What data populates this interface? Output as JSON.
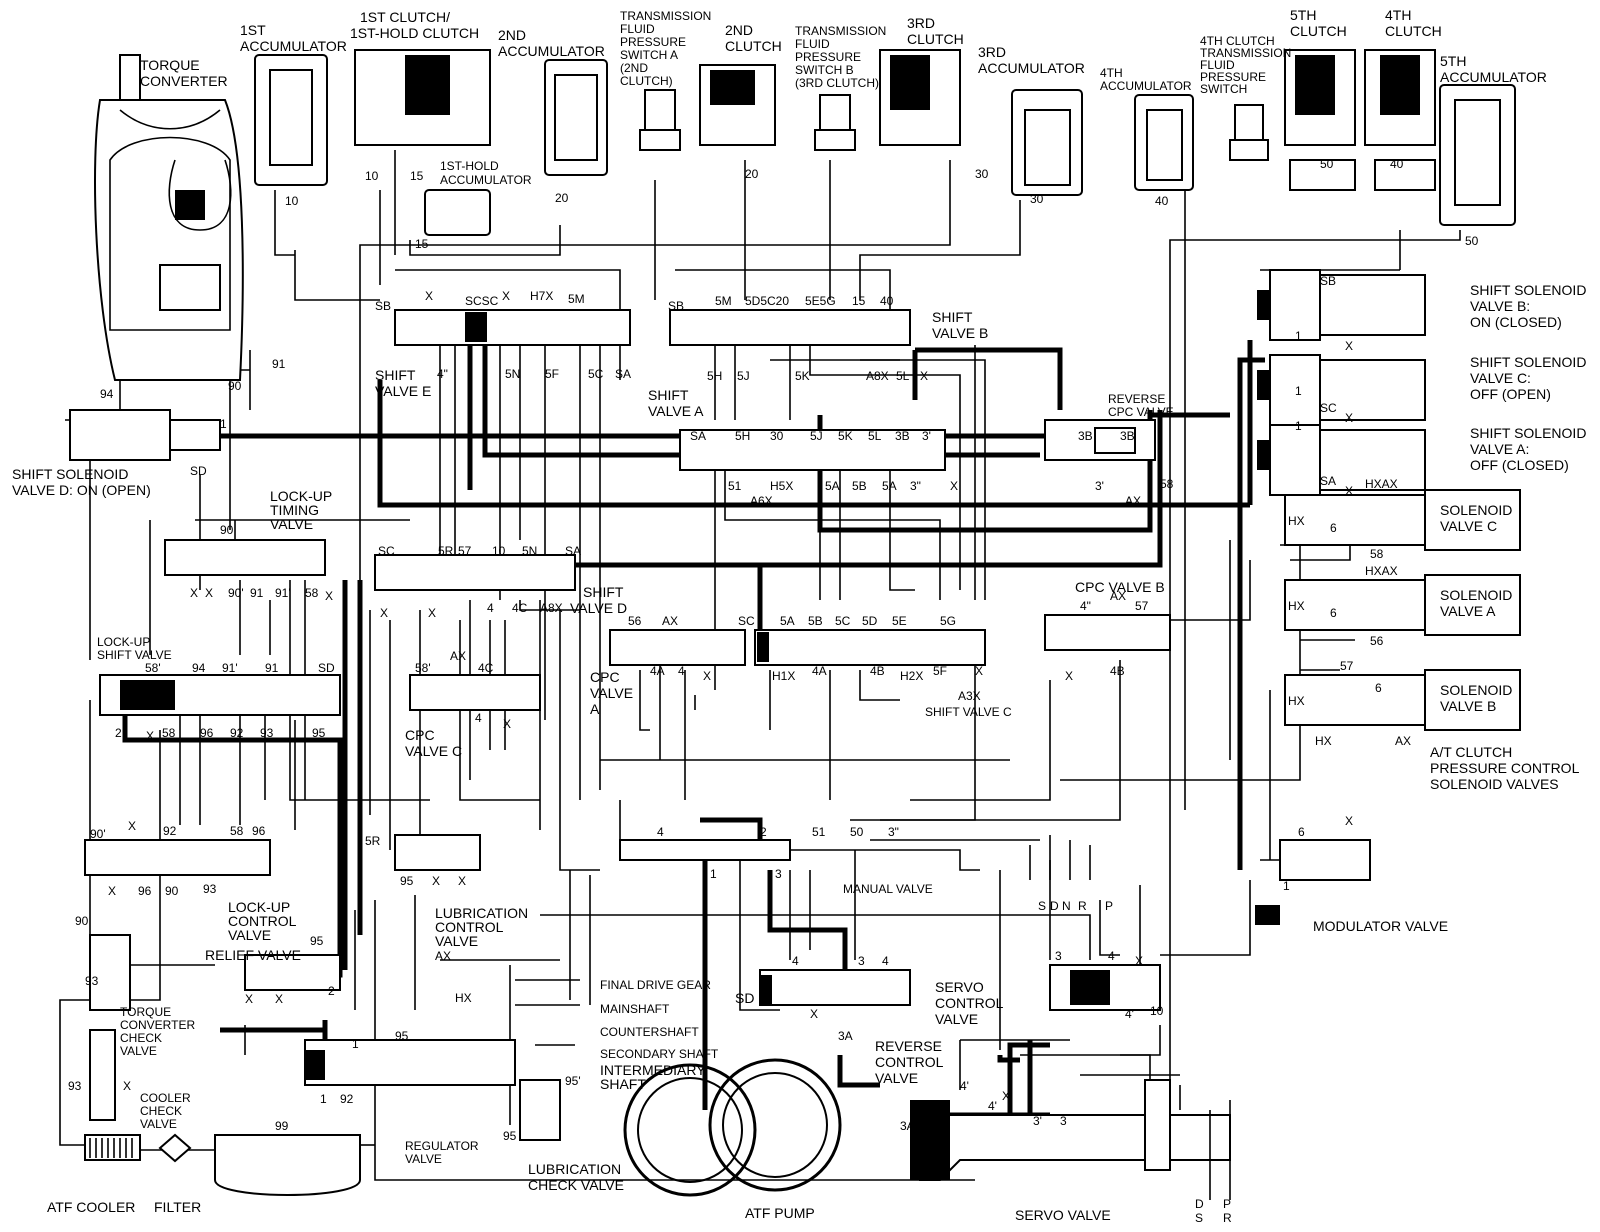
{
  "components": {
    "torque_converter": [
      "TORQUE",
      "CONVERTER"
    ],
    "accumulator_1st": [
      "1ST",
      "ACCUMULATOR"
    ],
    "clutch_1st": [
      "1ST CLUTCH/",
      "1ST-HOLD CLUTCH"
    ],
    "accumulator_2nd": [
      "2ND",
      "ACCUMULATOR"
    ],
    "switch_a": [
      "TRANSMISSION",
      "FLUID",
      "PRESSURE",
      "SWITCH A",
      "(2ND",
      "CLUTCH)"
    ],
    "clutch_2nd": [
      "2ND",
      "CLUTCH"
    ],
    "switch_b": [
      "TRANSMISSION",
      "FLUID",
      "PRESSURE",
      "SWITCH B",
      "(3RD CLUTCH)"
    ],
    "clutch_3rd": [
      "3RD",
      "CLUTCH"
    ],
    "accumulator_3rd": [
      "3RD",
      "ACCUMULATOR"
    ],
    "accumulator_4th": [
      "4TH",
      "ACCUMULATOR"
    ],
    "switch_4th": [
      "4TH CLUTCH",
      "TRANSMISSION",
      "FLUID",
      "PRESSURE",
      "SWITCH"
    ],
    "clutch_5th": [
      "5TH",
      "CLUTCH"
    ],
    "clutch_4th": [
      "4TH",
      "CLUTCH"
    ],
    "accumulator_5th": [
      "5TH",
      "ACCUMULATOR"
    ],
    "accumulator_1st_hold": [
      "1ST-HOLD",
      "ACCUMULATOR"
    ],
    "shift_solenoid_b": [
      "SHIFT SOLENOID",
      "VALVE B:",
      "ON (CLOSED)"
    ],
    "shift_solenoid_c": [
      "SHIFT SOLENOID",
      "VALVE C:",
      "OFF (OPEN)"
    ],
    "shift_solenoid_a": [
      "SHIFT SOLENOID",
      "VALVE A:",
      "OFF (CLOSED)"
    ],
    "shift_solenoid_d": [
      "SHIFT SOLENOID",
      "VALVE D: ON (OPEN)"
    ],
    "solenoid_c": [
      "SOLENOID",
      "VALVE C"
    ],
    "solenoid_a": [
      "SOLENOID",
      "VALVE A"
    ],
    "solenoid_b": [
      "SOLENOID",
      "VALVE B"
    ],
    "atcpc_group": [
      "A/T CLUTCH",
      "PRESSURE CONTROL",
      "SOLENOID VALVES"
    ],
    "shift_valve_e": [
      "SHIFT",
      "VALVE E"
    ],
    "shift_valve_b": [
      "SHIFT",
      "VALVE B"
    ],
    "shift_valve_a": [
      "SHIFT",
      "VALVE A"
    ],
    "reverse_cpc_valve": [
      "REVERSE",
      "CPC VALVE"
    ],
    "lockup_timing_valve": [
      "LOCK-UP",
      "TIMING",
      "VALVE"
    ],
    "lockup_shift_valve": [
      "LOCK-UP",
      "SHIFT VALVE"
    ],
    "shift_valve_d": [
      "SHIFT",
      "VALVE D"
    ],
    "cpc_valve_b": "CPC VALVE B",
    "cpc_valve_a": [
      "CPC",
      "VALVE",
      "A"
    ],
    "cpc_valve_c": [
      "CPC",
      "VALVE C"
    ],
    "shift_valve_c": "SHIFT VALVE C",
    "manual_valve": "MANUAL VALVE",
    "modulator_valve": "MODULATOR VALVE",
    "lockup_control_valve": [
      "LOCK-UP",
      "CONTROL",
      "VALVE"
    ],
    "lubrication_control_valve": [
      "LUBRICATION",
      "CONTROL",
      "VALVE"
    ],
    "relief_valve": "RELIEF VALVE",
    "tc_check_valve": [
      "TORQUE",
      "CONVERTER",
      "CHECK",
      "VALVE"
    ],
    "cooler_check_valve": [
      "COOLER",
      "CHECK",
      "VALVE"
    ],
    "final_drive_gear": "FINAL DRIVE GEAR",
    "mainshaft": "MAINSHAFT",
    "countershaft": "COUNTERSHAFT",
    "secondary_shaft": "SECONDARY SHAFT",
    "intermediary_shaft": [
      "INTERMEDIARY",
      "SHAFT"
    ],
    "regulator_valve": [
      "REGULATOR",
      "VALVE"
    ],
    "lubrication_check_valve": [
      "LUBRICATION",
      "CHECK VALVE"
    ],
    "servo_control_valve": [
      "SERVO",
      "CONTROL",
      "VALVE"
    ],
    "reverse_control_valve": [
      "REVERSE",
      "CONTROL",
      "VALVE"
    ],
    "atf_cooler": "ATF COOLER",
    "filter": "FILTER",
    "atf_pump": "ATF PUMP",
    "servo_valve": "SERVO VALVE"
  },
  "ports": {
    "p10a": "10",
    "p10b": "10",
    "p15a": "15",
    "p15b": "15",
    "p20a": "20",
    "p20b": "20",
    "p30a": "30",
    "p30b": "30",
    "p40a": "40",
    "p40b": "40",
    "p50a": "50",
    "p50b": "50",
    "p94": "94",
    "p90a": "90",
    "p91": "91",
    "p1sd": "1",
    "p_sd": "SD",
    "e_sb": "SB",
    "e_x1": "X",
    "e_scsc": "SCSC",
    "e_x2": "X",
    "e_h7x": "H7X",
    "e_5m": "5M",
    "e_4pp": "4\"",
    "e_5n": "5N",
    "e_5f": "5F",
    "e_5c": "5C",
    "e_sa": "SA",
    "b_sb": "SB",
    "b_5m": "5M",
    "b_5d5c20": "5D5C20",
    "b_5e5g": "5E5G",
    "b_15": "15",
    "b_40": "40",
    "b_5h": "5H",
    "b_5j": "5J",
    "b_5k": "5K",
    "b_a8x": "A8X",
    "b_5l": "5L",
    "b_x": "X",
    "a_sa": "SA",
    "a_5h": "5H",
    "a_30": "30",
    "a_5j": "5J",
    "a_5k": "5K",
    "a_5l": "5L",
    "a_3b": "3B",
    "a_3p": "3'",
    "a_51": "51",
    "a_h5x": "H5X",
    "a_a6x": "A6X",
    "a_5a": "5A",
    "a_5b": "5B",
    "a_5a2": "5A",
    "a_3pp": "3\"",
    "a_x": "X",
    "r_3b1": "3B",
    "r_3b2": "3B",
    "r_3p": "3'",
    "r_ax": "AX",
    "r_58": "58",
    "sol_sb": "SB",
    "sol_1a": "1",
    "sol_x1": "X",
    "sol_1b": "1",
    "sol_sc": "SC",
    "sol_x2": "X",
    "sol_1c": "1",
    "sol_sa": "SA",
    "sol_x3": "X",
    "lt_90": "90",
    "lt_x1": "X",
    "lt_x2": "X",
    "lt_90p": "90'",
    "lt_91": "91",
    "lt_91p": "91'",
    "lt_58": "58",
    "lt_x3": "X",
    "d_sc": "SC",
    "d_5r": "5R",
    "d_57": "57",
    "d_10": "10",
    "d_5n": "5N",
    "d_sa": "SA",
    "d_x1": "X",
    "d_x2": "X",
    "d_4": "4",
    "d_4c": "4C",
    "d_a8x": "A8X",
    "ls_58p": "58'",
    "ls_94": "94",
    "ls_91p": "91'",
    "ls_91": "91",
    "ls_sd": "SD",
    "ls_2": "2",
    "ls_x": "X",
    "ls_58": "58",
    "ls_96": "96",
    "ls_92": "92",
    "ls_93": "93",
    "ls_95": "95",
    "c_58p": "58'",
    "c_ax": "AX",
    "c_4c": "4C",
    "c_4": "4",
    "c_x": "X",
    "ca_56": "56",
    "ca_ax": "AX",
    "ca_4a": "4A",
    "ca_4": "4",
    "ca_x": "X",
    "sc_sc": "SC",
    "sc_5a": "5A",
    "sc_5b": "5B",
    "sc_5c": "5C",
    "sc_5d": "5D",
    "sc_5e": "5E",
    "sc_5g": "5G",
    "sc_h1x": "H1X",
    "sc_4a": "4A",
    "sc_4b": "4B",
    "sc_h2x": "H2X",
    "sc_5f": "5F",
    "sc_a3x": "A3X",
    "sc_x": "X",
    "cb_4pp": "4\"",
    "cb_ax": "AX",
    "cb_57": "57",
    "cb_x": "X",
    "cb_4b": "4B",
    "sv_hx1": "HX",
    "sv_hxax1": "HXAX",
    "sv_6a": "6",
    "sv_58": "58",
    "sv_hx2": "HX",
    "sv_hxax2": "HXAX",
    "sv_6b": "6",
    "sv_56": "56",
    "sv_hx3": "HX",
    "sv_57": "57",
    "sv_6c": "6",
    "sv_hx4": "HX",
    "sv_ax": "AX",
    "lc_x1": "X",
    "lc_90p": "90'",
    "lc_92": "92",
    "lc_58": "58",
    "lc_96": "96",
    "lc_x2": "X",
    "lc_96b": "96",
    "lc_90": "90",
    "lc_93": "93",
    "lub_5r": "5R",
    "lub_95": "95",
    "lub_x1": "X",
    "lub_x2": "X",
    "m_4": "4",
    "m_2": "2",
    "m_51": "51",
    "m_50": "50",
    "m_3pp": "3\"",
    "m_1": "1",
    "m_3": "3",
    "mv_6": "6",
    "mv_x": "X",
    "mv_1": "1",
    "rv_95": "95",
    "rv_x1": "X",
    "rv_x2": "X",
    "rv_2": "2",
    "tc_90": "90",
    "tc_93": "93",
    "cc_93": "93",
    "cc_x": "X",
    "rg_1a": "1",
    "rg_95": "95",
    "rg_1b": "1",
    "rg_92": "92",
    "rg_ax": "AX",
    "rg_hx": "HX",
    "lcv_95p": "95'",
    "lcv_95": "95",
    "p99": "99",
    "sc2_sd": "SD",
    "sc2_4a": "4",
    "sc2_3": "3",
    "sc2_4b": "4",
    "sc2_x": "X",
    "sc2_3a": "3A",
    "rc_3": "3",
    "rc_4": "4",
    "rc_x": "X",
    "rc_4p": "4'",
    "rc_10": "10",
    "svo_4p": "4'",
    "svo_x": "X",
    "svo_4pp": "4'",
    "svo_3p": "3'",
    "svo_3": "3",
    "svo_3a": "3A",
    "shift_pos": [
      "S",
      "D",
      "N",
      "R",
      "P"
    ],
    "servo_pos": [
      "D",
      "S",
      "P",
      "R"
    ]
  }
}
